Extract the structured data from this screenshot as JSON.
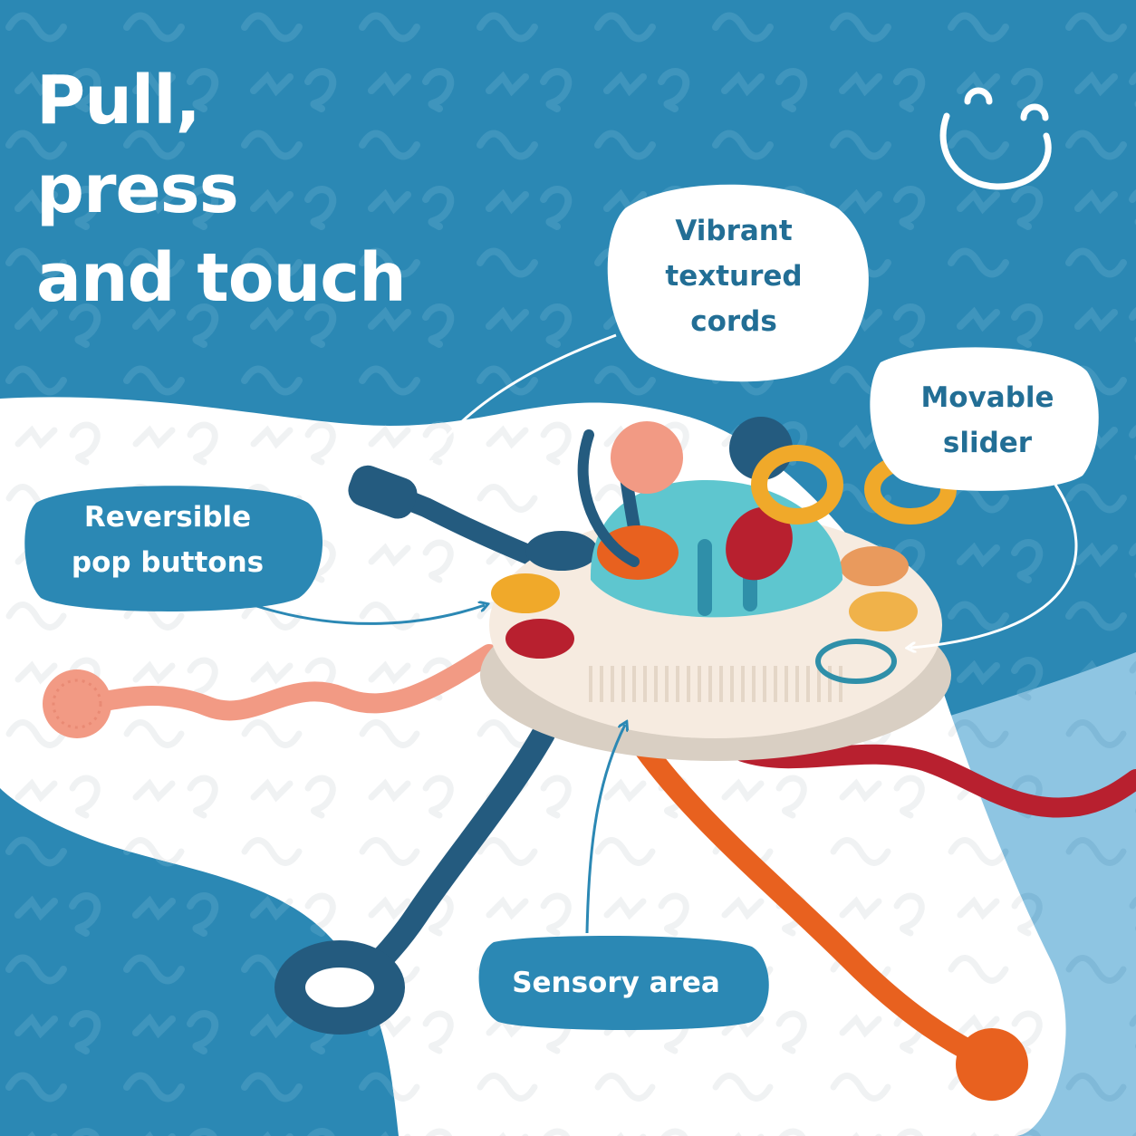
{
  "headline": {
    "line1": "Pull,",
    "line2": "press",
    "line3": "and touch"
  },
  "callouts": {
    "cords": {
      "line1": "Vibrant",
      "line2": "textured",
      "line3": "cords"
    },
    "slider": {
      "line1": "Movable",
      "line2": "slider"
    },
    "pop_buttons": {
      "line1": "Reversible",
      "line2": "pop buttons"
    },
    "sensory": {
      "line1": "Sensory area"
    }
  },
  "colors": {
    "background_blue": "#2b88b4",
    "light_blue_panel": "#8ec5e2",
    "white_panel": "#ffffff",
    "navy": "#245b7f",
    "coral": "#f29a84",
    "orange": "#e8611f",
    "red": "#b8202f",
    "yellow": "#f0a92a",
    "teal": "#5ec6cf",
    "cream": "#f6ebe0"
  },
  "icons": [
    "smiley-face-icon"
  ]
}
